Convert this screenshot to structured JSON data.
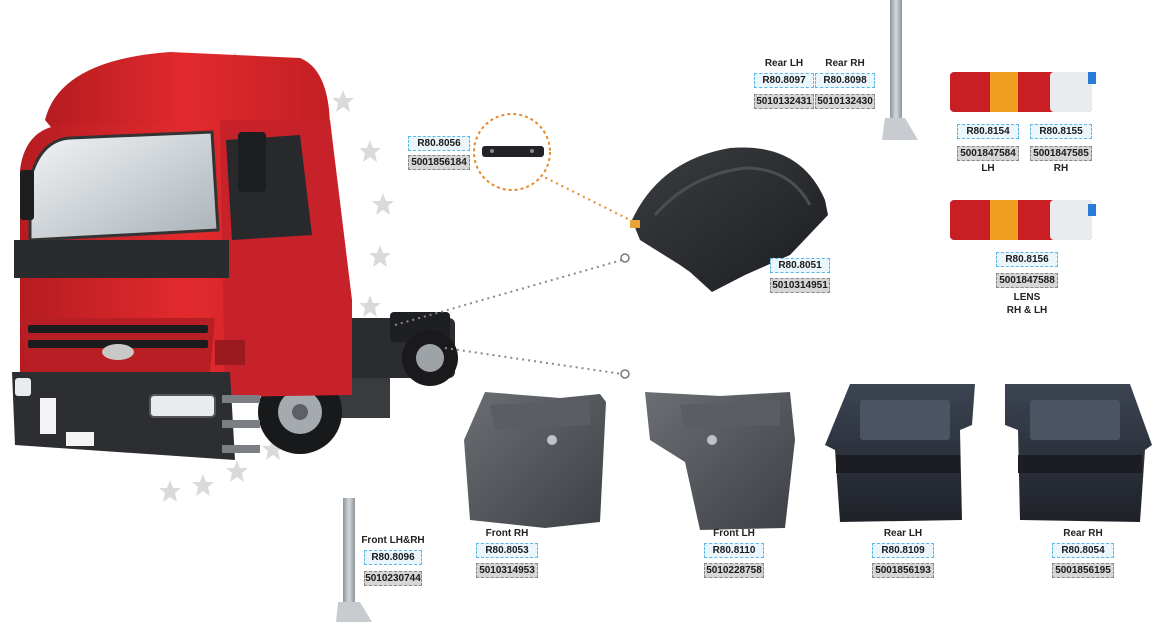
{
  "colors": {
    "ref_fill": "#eaf6fc",
    "ref_border": "#5bb8e6",
    "oem_fill": "#d6d6d6",
    "oem_border": "#888888",
    "callout_ring": "#e88a2a",
    "truck_red": "#d8262a",
    "fender_black": "#2b2d30"
  },
  "icons": [
    "truck-image",
    "fender-bracket-image",
    "front-fender-image",
    "tail-lamp-image",
    "lens-image",
    "mudguard-image",
    "mounting-pole-image",
    "star-decoration-icon"
  ],
  "parts": {
    "bracket": {
      "ref": "R80.8056",
      "oem": "5001856184"
    },
    "rear_fender": {
      "ref": "R80.8051",
      "oem": "5010314951"
    },
    "pole_rear_lh": {
      "caption": "Rear LH",
      "ref": "R80.8097",
      "oem": "5010132431"
    },
    "pole_rear_rh": {
      "caption": "Rear RH",
      "ref": "R80.8098",
      "oem": "5010132430"
    },
    "lamp_lh": {
      "ref": "R80.8154",
      "oem": "5001847584",
      "caption": "LH"
    },
    "lamp_rh": {
      "ref": "R80.8155",
      "oem": "5001847585",
      "caption": "RH"
    },
    "lens": {
      "ref": "R80.8156",
      "oem": "5001847588",
      "caption_1": "LENS",
      "caption_2": "RH & LH"
    },
    "pole_front": {
      "caption": "Front LH&RH",
      "ref": "R80.8096",
      "oem": "5010230744"
    },
    "front_rh": {
      "caption": "Front RH",
      "ref": "R80.8053",
      "oem": "5010314953"
    },
    "front_lh": {
      "caption": "Front LH",
      "ref": "R80.8110",
      "oem": "5010228758"
    },
    "mud_rear_lh": {
      "caption": "Rear LH",
      "ref": "R80.8109",
      "oem": "5001856193"
    },
    "mud_rear_rh": {
      "caption": "Rear RH",
      "ref": "R80.8054",
      "oem": "5001856195"
    }
  }
}
